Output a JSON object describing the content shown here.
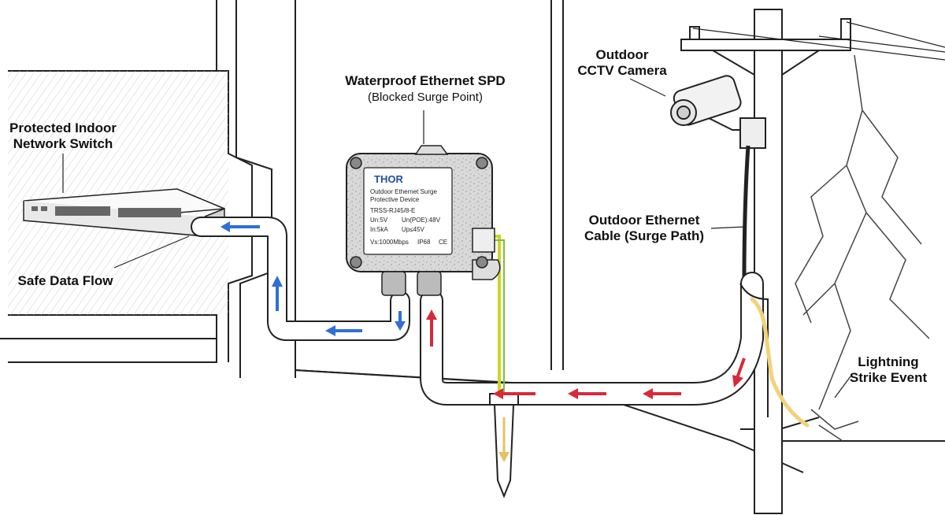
{
  "labels": {
    "switch": [
      "Protected Indoor",
      "Network Switch"
    ],
    "spd_title": "Waterproof Ethernet SPD",
    "spd_subtitle": "(Blocked Surge Point)",
    "camera": [
      "Outdoor",
      "CCTV Camera"
    ],
    "cable": [
      "Outdoor Ethernet",
      "Cable (Surge Path)"
    ],
    "safe_flow": "Safe Data Flow",
    "lightning": [
      "Lightning",
      "Strike Event"
    ]
  },
  "spd_plate": {
    "brand": "THOR",
    "line1": "Outdoor Ethernet Surge",
    "line2": "Protective Device",
    "model": "TRSS-RJ45/8-E",
    "un": "Un:5V",
    "un_poe": "Un(POE):48V",
    "in": "In:5kA",
    "up": "Up≤45V",
    "vs": "Vs:1000Mbps",
    "ip": "IP68",
    "ce": "CE"
  },
  "colors": {
    "safe_flow": "#2f6fd6",
    "surge_flow": "#d8283a",
    "ground_wire": "#c8d820",
    "ground_flow": "#e8c060",
    "lightning_glow": "#f2d27a"
  },
  "icons": [
    "network-switch-icon",
    "surge-protector-icon",
    "cctv-camera-icon",
    "utility-pole-icon",
    "lightning-bolt-icon",
    "ground-rod-icon"
  ]
}
